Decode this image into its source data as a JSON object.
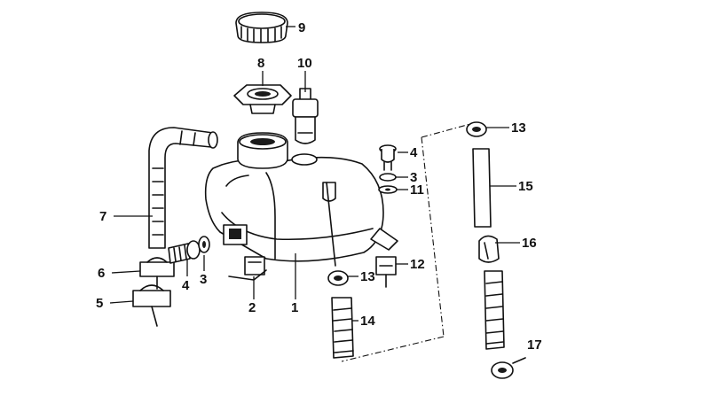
{
  "diagram": {
    "labels": {
      "l1": "1",
      "l2": "2",
      "l3a": "3",
      "l3b": "3",
      "l4a": "4",
      "l4b": "4",
      "l5": "5",
      "l6": "6",
      "l7": "7",
      "l8": "8",
      "l9": "9",
      "l10": "10",
      "l11": "11",
      "l12": "12",
      "l13a": "13",
      "l13b": "13",
      "l14": "14",
      "l15": "15",
      "l16": "16",
      "l17": "17"
    },
    "colors": {
      "ink": "#111111",
      "paper": "#ffffff"
    }
  }
}
